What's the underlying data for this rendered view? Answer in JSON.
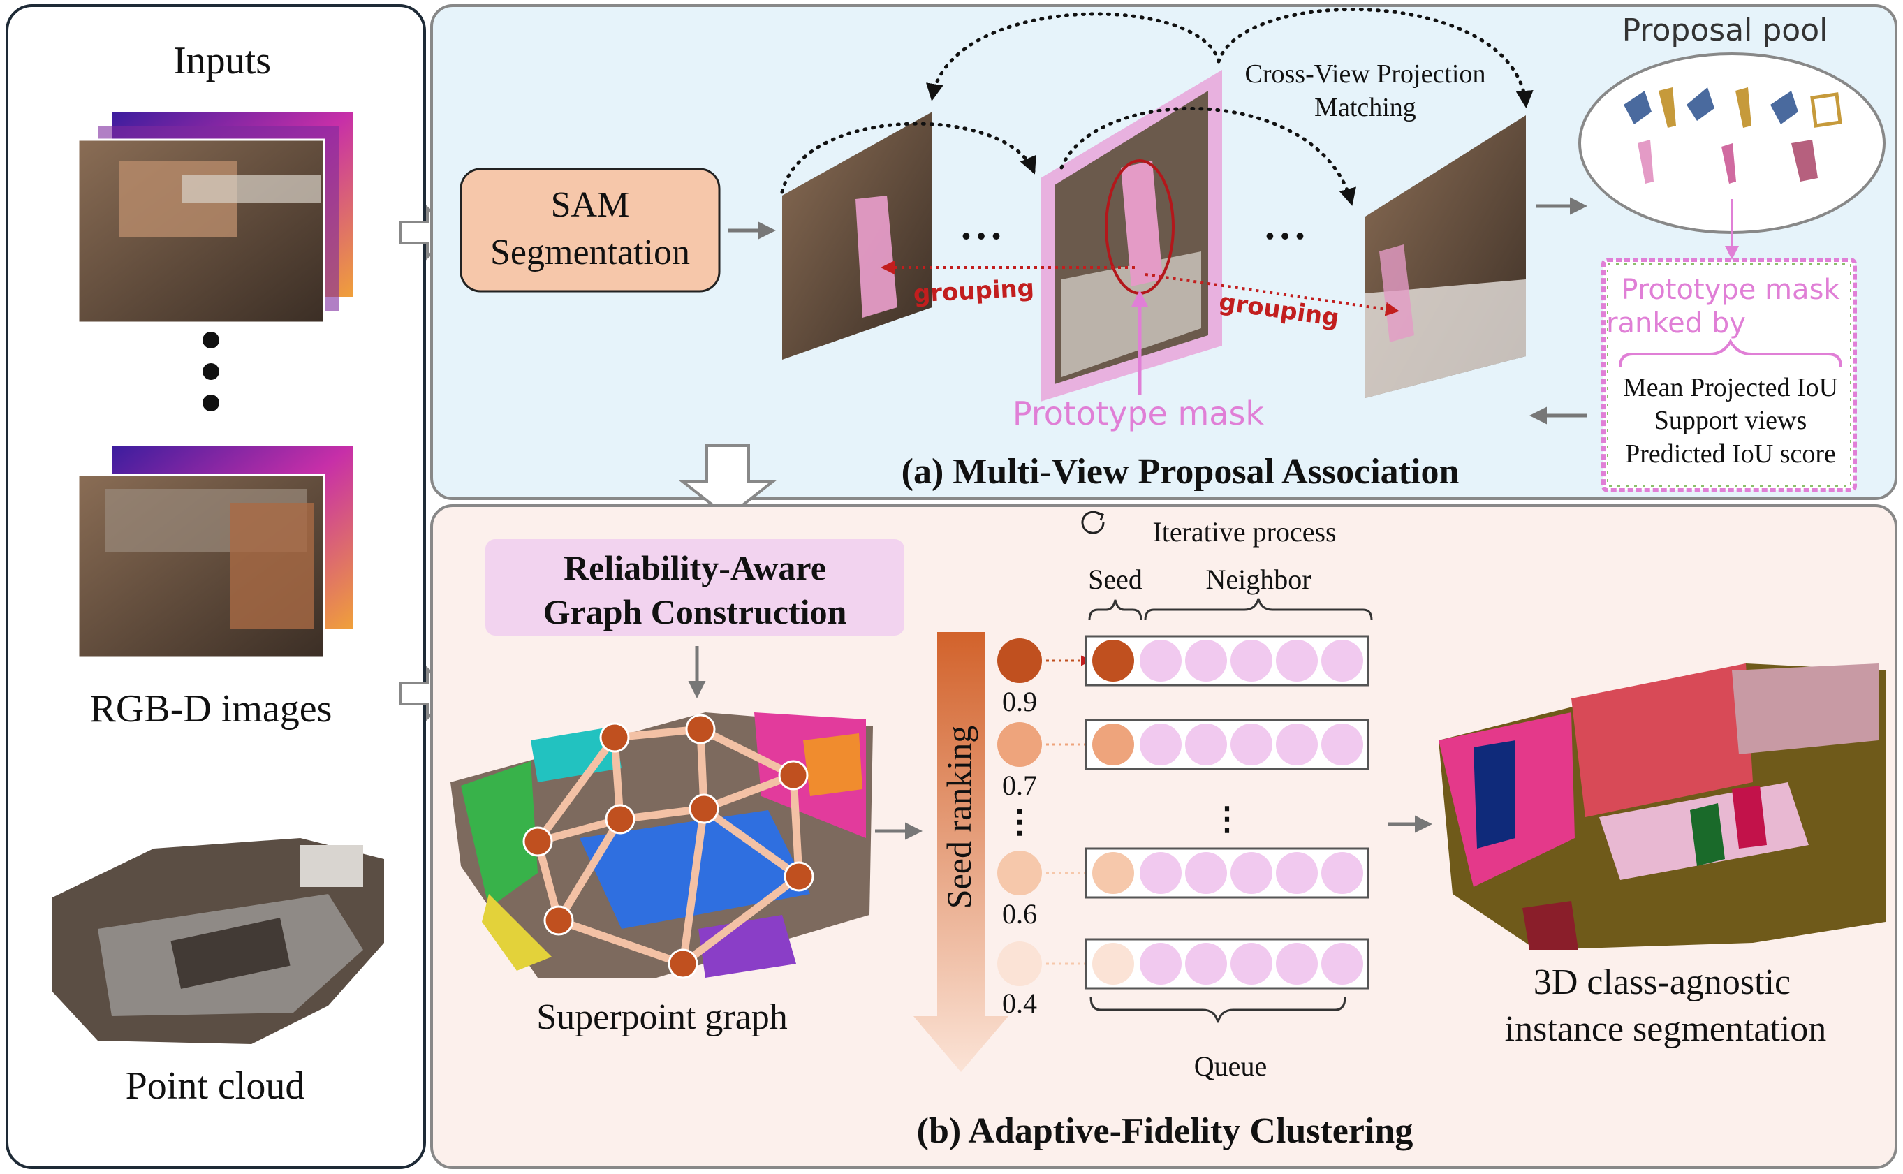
{
  "inputs": {
    "title": "Inputs",
    "rgbd_label": "RGB-D images",
    "pointcloud_label": "Point cloud"
  },
  "proposal_association": {
    "caption": "(a) Multi-View Proposal Association",
    "sam_label_line1": "SAM",
    "sam_label_line2": "Segmentation",
    "cross_view_line1": "Cross-View Projection",
    "cross_view_line2": "Matching",
    "grouping_left": "grouping",
    "grouping_right": "grouping",
    "ellipsis": "• • •",
    "prototype_mask": "Prototype mask",
    "proposal_pool": "Proposal pool",
    "ranked_line1": "Prototype mask",
    "ranked_line2": "ranked by",
    "criteria": [
      "Mean Projected IoU",
      "Support views",
      "Predicted IoU score"
    ]
  },
  "clustering": {
    "caption": "(b) Adaptive-Fidelity Clustering",
    "graph_construction_line1": "Reliability-Aware",
    "graph_construction_line2": "Graph Construction",
    "superpoint_graph": "Superpoint graph",
    "iterative_process": "Iterative process",
    "seed_label": "Seed",
    "neighbor_label": "Neighbor",
    "seed_ranking": "Seed ranking",
    "scores": [
      "0.9",
      "0.7",
      "0.6",
      "0.4"
    ],
    "vertical_dots": "⋮",
    "queue_label": "Queue",
    "output_line1": "3D class-agnostic",
    "output_line2": "instance segmentation"
  },
  "colors": {
    "panel_a_bg": "#e6f3fa",
    "panel_b_bg": "#fcf0ec",
    "sam_box": "#f6c7aa",
    "graph_box": "#f2d3ef",
    "pink_text": "#e07fd6",
    "grouping_red": "#c21e1e",
    "seed_dark": "#c0501f",
    "neighbor": "#f1c9ef"
  }
}
